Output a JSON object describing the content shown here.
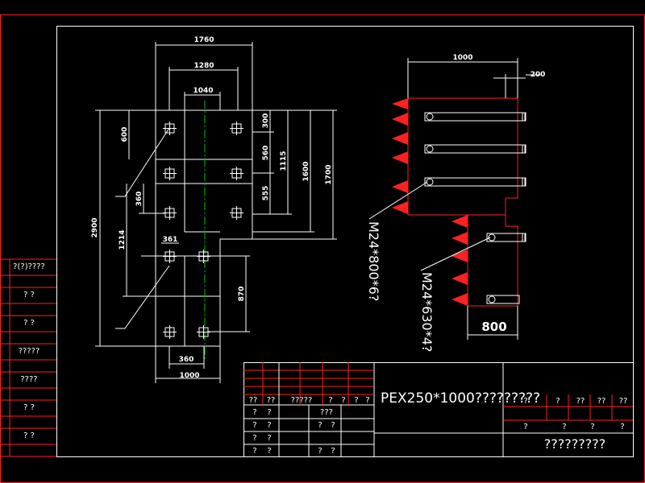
{
  "drawing": {
    "colors": {
      "frame": "#ff2020",
      "lines": "#ffffff",
      "centerline": "#00c000",
      "background": "#000000"
    },
    "left_plan_dims": {
      "top_1760": "1760",
      "top_1280": "1280",
      "top_1040": "1040",
      "left_600": "600",
      "left_2900": "2900",
      "left_360": "360",
      "left_1214": "1214",
      "mid_361": "361",
      "bottom_360": "360",
      "bottom_1000": "1000",
      "right_300": "300",
      "right_560": "560",
      "right_555": "555",
      "right_1115": "1115",
      "right_1600": "1600",
      "right_1700": "1700",
      "right_870": "870"
    },
    "right_section_dims": {
      "top_1000": "1000",
      "top_200": "200",
      "bottom_800": "800"
    },
    "bolt_labels": {
      "upper": "M24*800*6?",
      "lower": "M24*630*4?"
    }
  },
  "side_table": {
    "rows": [
      "?(?)????",
      "?   ?",
      "?   ?",
      "?????",
      "????",
      "?   ?",
      "?   ?"
    ]
  },
  "title_block": {
    "title": "PEX250*1000?????????",
    "header_row": [
      "??",
      "??",
      "?????",
      "?",
      "?",
      "?",
      "?"
    ],
    "left_rows": [
      [
        "?",
        "?",
        "???"
      ],
      [
        "?",
        "?",
        "?",
        "?"
      ],
      [
        "?",
        "?",
        ""
      ],
      [
        "?",
        "?",
        "?",
        "?"
      ]
    ],
    "right_header": [
      "?",
      "?",
      "??",
      "??",
      "??",
      "??"
    ],
    "right_row2": [
      "?",
      "?",
      "?",
      "?"
    ],
    "company": "?????????"
  }
}
